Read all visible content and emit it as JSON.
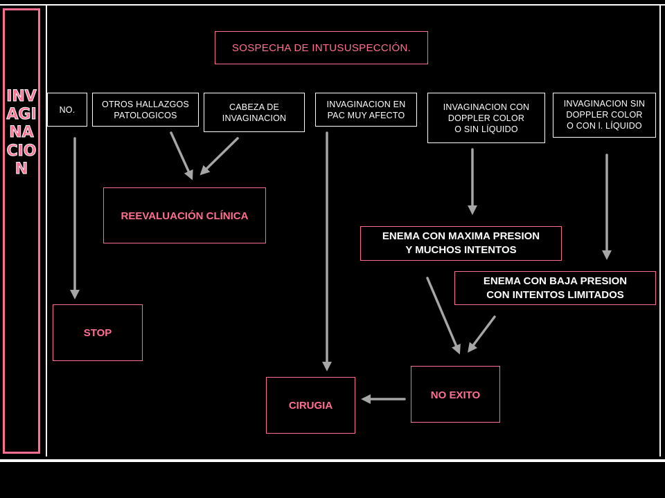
{
  "sidebar": {
    "label": "INVAGINACION"
  },
  "nodes": {
    "title": "SOSPECHA DE INTUSUSPECCIÓN.",
    "no": "NO.",
    "otros": "OTROS HALLAZGOS\nPATOLOGICOS",
    "cabeza": "CABEZA DE\nINVAGINACION",
    "pac": "INVAGINACION EN\nPAC MUY AFECTO",
    "con_doppler": "INVAGINACION CON\nDOPPLER COLOR\nO SIN LÍQUIDO",
    "sin_doppler": "INVAGINACION SIN\nDOPPLER COLOR\nO CON l. LÍQUIDO",
    "reevaluacion": "REEVALUACIÓN CLÍNICA",
    "enema_max": "ENEMA CON MAXIMA PRESION\nY MUCHOS INTENTOS",
    "enema_baja": "ENEMA CON BAJA PRESION\nCON INTENTOS LIMITADOS",
    "stop": "STOP",
    "cirugia": "CIRUGIA",
    "no_exito": "NO EXITO"
  },
  "colors": {
    "accent": "#ff6f91",
    "arrow": "#a6a6a6",
    "background": "#000000",
    "line": "#ffffff"
  }
}
